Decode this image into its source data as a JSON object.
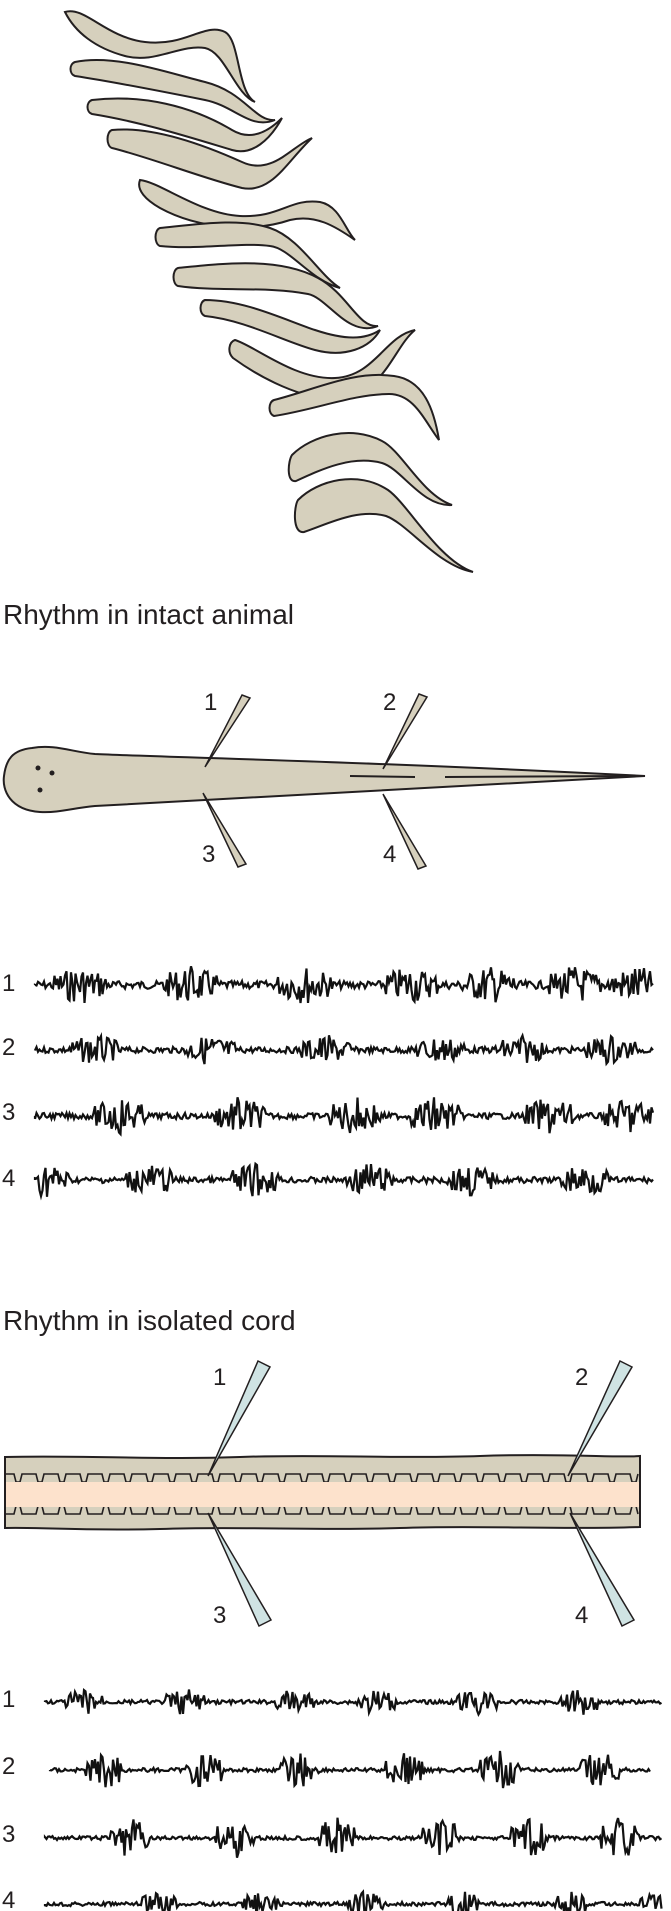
{
  "sections": {
    "intact_title": "Rhythm in intact animal",
    "isolated_title": "Rhythm in isolated cord"
  },
  "intact": {
    "electrode_labels": [
      "1",
      "2",
      "3",
      "4"
    ],
    "trace_labels": [
      "1",
      "2",
      "3",
      "4"
    ]
  },
  "isolated": {
    "electrode_labels": [
      "1",
      "2",
      "3",
      "4"
    ],
    "trace_labels": [
      "1",
      "2",
      "3",
      "4"
    ]
  },
  "colors": {
    "body_fill": "#d6d0bd",
    "outline": "#231f20",
    "cord_center": "#fde2cc",
    "electrode_fill": "#cfe3e3",
    "trace": "#111111"
  }
}
